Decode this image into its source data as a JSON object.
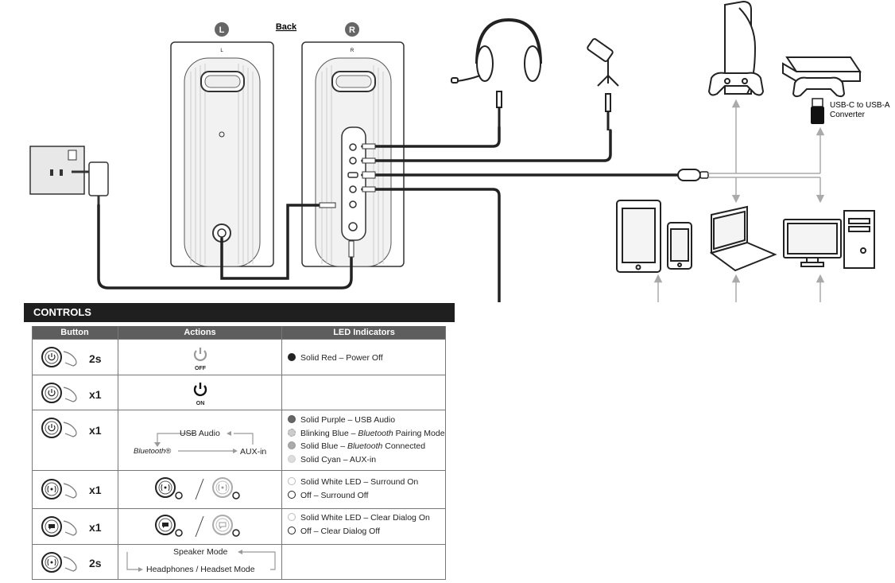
{
  "diagram": {
    "back_label": "Back",
    "left_badge": "L",
    "right_badge": "R",
    "left_small": "L",
    "right_small": "R",
    "converter_label_1": "USB-C to USB-A",
    "converter_label_2": "Converter"
  },
  "controls": {
    "title": "CONTROLS",
    "headers": {
      "button": "Button",
      "actions": "Actions",
      "led": "LED Indicators"
    },
    "rows": [
      {
        "duration": "2s",
        "power_label": "OFF",
        "led": [
          {
            "color": "#222222",
            "text": "Solid Red – Power Off"
          }
        ]
      },
      {
        "duration": "x1",
        "power_label": "ON",
        "led": []
      },
      {
        "duration": "x1",
        "cycle": {
          "top": "USB Audio",
          "left": "Bluetooth®",
          "right": "AUX-in"
        },
        "led": [
          {
            "color": "#666666",
            "pre": "Solid Purple – USB Audio"
          },
          {
            "color": "#bbbbbb",
            "pre": "Blinking Blue – ",
            "em": "Bluetooth",
            "post": " Pairing Mode",
            "blink": true
          },
          {
            "color": "#aaaaaa",
            "pre": "Solid Blue – ",
            "em": "Bluetooth",
            "post": " Connected"
          },
          {
            "color": "#cccccc",
            "pre": "Solid Cyan – AUX-in"
          }
        ]
      },
      {
        "duration": "x1",
        "led": [
          {
            "color": "#ffffff",
            "light": true,
            "pre": "Solid White LED – Surround On"
          },
          {
            "color": "#ffffff",
            "pre": "Off – Surround Off"
          }
        ]
      },
      {
        "duration": "x1",
        "led": [
          {
            "color": "#ffffff",
            "light": true,
            "pre": "Solid White LED – Clear Dialog On"
          },
          {
            "color": "#ffffff",
            "pre": "Off – Clear Dialog Off"
          }
        ]
      },
      {
        "duration": "2s",
        "mode": {
          "top": "Speaker Mode",
          "bottom": "Headphones / Headset Mode"
        },
        "led": []
      }
    ]
  }
}
